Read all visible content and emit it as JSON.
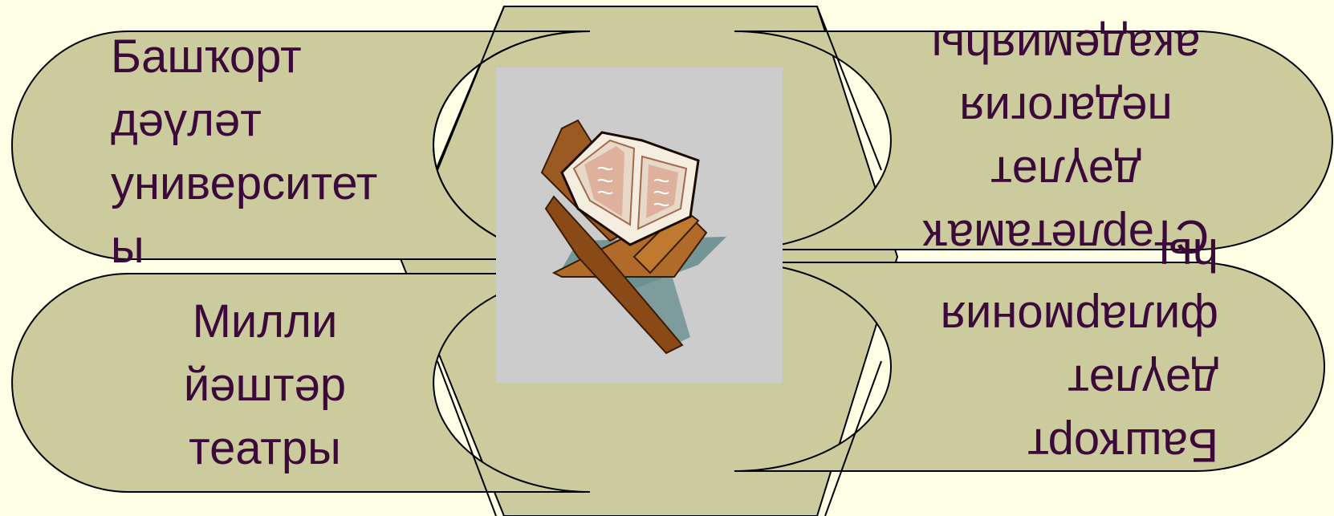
{
  "colors": {
    "background": "#ffffe5",
    "shape_fill": "#cbcb9d",
    "outline": "#000000",
    "text": "#3b0a3b",
    "picture_bg": "#cccccc"
  },
  "diagram": {
    "top_left_label": [
      "Башҡорт",
      "дәүләт",
      "университет",
      "ы"
    ],
    "bottom_left_label": [
      "Милли",
      "йәштәр",
      "театры"
    ],
    "top_right_label": [
      "академияһы",
      "педагогия",
      "дәүләт",
      "Стәрлетамаҡ"
    ],
    "bottom_right_label": [
      "һы",
      "филармония",
      "дәүләт",
      "Башҡорт"
    ],
    "center_image": "book-on-stand-icon"
  }
}
